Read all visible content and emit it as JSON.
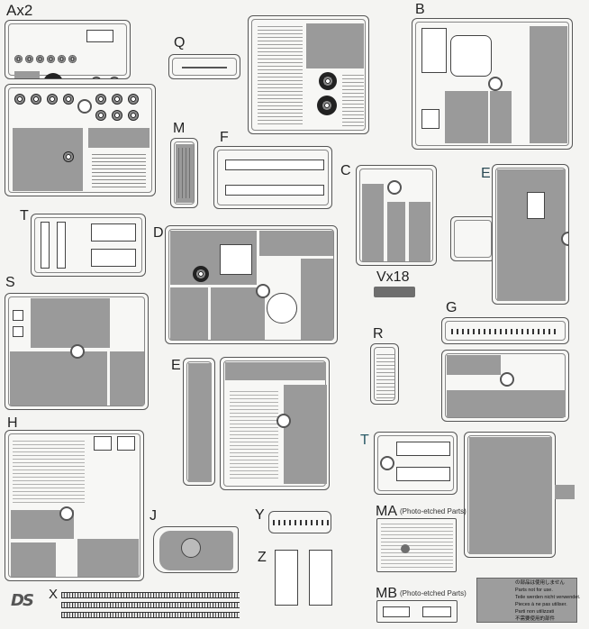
{
  "sprues": {
    "A": "Ax2",
    "B": "B",
    "Q": "Q",
    "M": "M",
    "F": "F",
    "C": "C",
    "E_right": "E",
    "T_left": "T",
    "D": "D",
    "Vx": "Vx18",
    "S": "S",
    "G": "G",
    "R": "R",
    "E_center": "E",
    "H": "H",
    "T_right": "T",
    "J": "J",
    "Y": "Y",
    "MA": "MA",
    "Z": "Z",
    "MB": "MB",
    "X": "X"
  },
  "photo_etched_ma": "(Photo-etched Parts)",
  "photo_etched_mb": "(Photo-etched Parts)",
  "unused_note": {
    "line1": "の部品は使用しません",
    "line2": "Parts not for use.",
    "line3": "Teile werden nicht verwendet.",
    "line4": "Pieces à ne pas utiliser.",
    "line5": "Parti non utilizzati",
    "line6": "不需要使用的部件"
  },
  "logo": "DS",
  "colors": {
    "unused_gray": "#9a9a9a",
    "outline": "#444444",
    "background": "#f4f4f2"
  }
}
